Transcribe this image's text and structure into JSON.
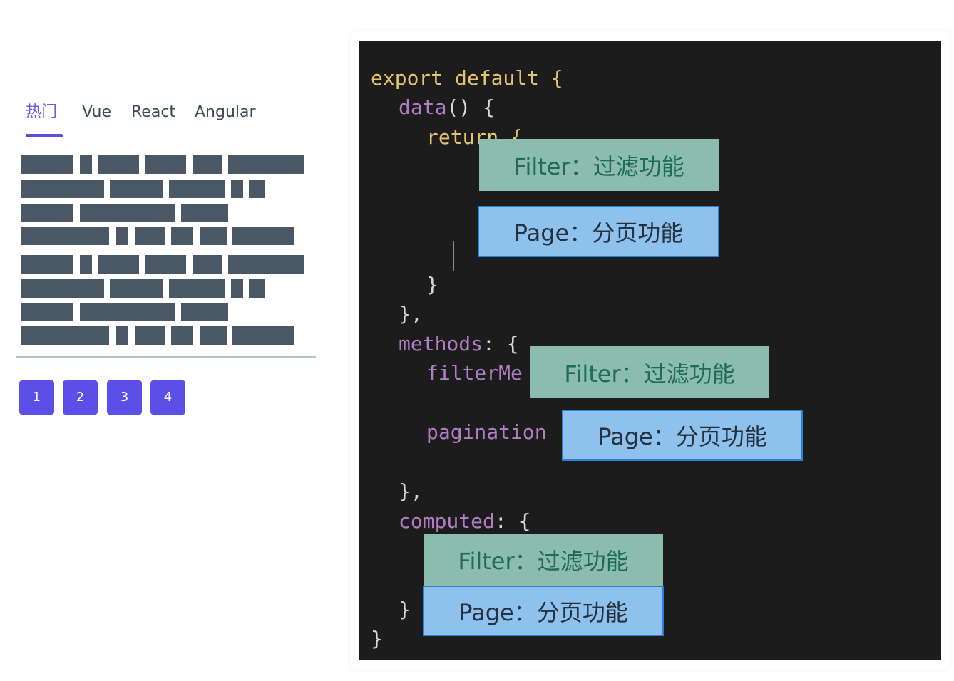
{
  "tabs": [
    {
      "label": "热门",
      "active": true
    },
    {
      "label": "Vue",
      "active": false
    },
    {
      "label": "React",
      "active": false
    },
    {
      "label": "Angular",
      "active": false
    }
  ],
  "pagination": [
    "1",
    "2",
    "3",
    "4"
  ],
  "code_lines": [
    "export default {",
    "data() {",
    "return {",
    "}",
    "},",
    "methods: {",
    "filterMe",
    "pagination",
    "},",
    "computed: {",
    "}",
    "}"
  ],
  "tags": {
    "filter": "Filter：过滤功能",
    "page": "Page：分页功能"
  },
  "colors": {
    "accent": "#5b4fe8",
    "code_background": "#1c1c1c",
    "keyword": "#e3c46f",
    "identifier": "#b27dc4",
    "filter_tag": "#8cbcae",
    "page_tag": "#8fc1ed"
  }
}
